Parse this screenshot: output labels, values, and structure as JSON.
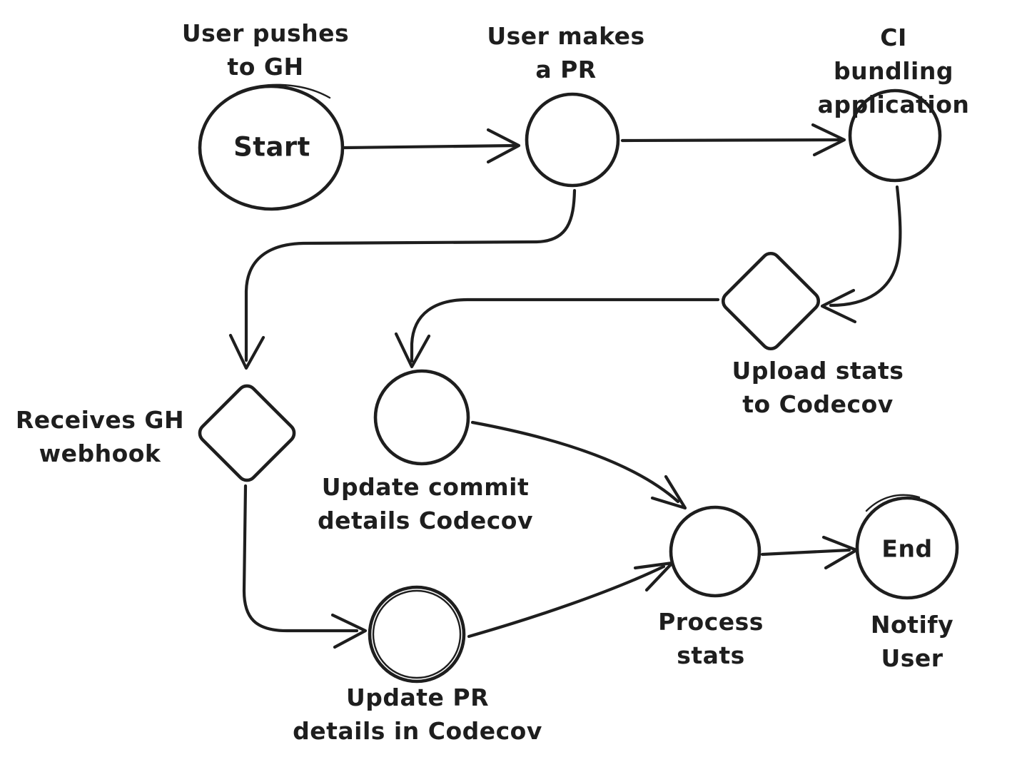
{
  "colors": {
    "ink": "#1e1e1e",
    "background": "#ffffff"
  },
  "diagram": {
    "type": "flowchart",
    "nodes": [
      {
        "id": "start",
        "shape": "ellipse",
        "inner_text": "Start",
        "label": "User pushes\nto GH"
      },
      {
        "id": "user-makes-pr",
        "shape": "circle",
        "inner_text": "",
        "label": "User makes\na PR"
      },
      {
        "id": "ci-bundling",
        "shape": "circle",
        "inner_text": "",
        "label": "CI bundling\napplication"
      },
      {
        "id": "upload-stats",
        "shape": "diamond",
        "inner_text": "",
        "label": "Upload stats\nto Codecov"
      },
      {
        "id": "receives-webhook",
        "shape": "diamond",
        "inner_text": "",
        "label": "Receives GH\nwebhook"
      },
      {
        "id": "update-commit",
        "shape": "circle",
        "inner_text": "",
        "label": "Update commit\ndetails Codecov"
      },
      {
        "id": "update-pr",
        "shape": "circle",
        "inner_text": "",
        "label": "Update PR\ndetails in Codecov"
      },
      {
        "id": "process-stats",
        "shape": "circle",
        "inner_text": "",
        "label": "Process\nstats"
      },
      {
        "id": "end",
        "shape": "circle",
        "inner_text": "End",
        "label": "Notify User"
      }
    ],
    "edges": [
      {
        "from": "start",
        "to": "user-makes-pr"
      },
      {
        "from": "user-makes-pr",
        "to": "ci-bundling"
      },
      {
        "from": "user-makes-pr",
        "to": "receives-webhook"
      },
      {
        "from": "ci-bundling",
        "to": "upload-stats"
      },
      {
        "from": "upload-stats",
        "to": "update-commit"
      },
      {
        "from": "receives-webhook",
        "to": "update-pr"
      },
      {
        "from": "update-commit",
        "to": "process-stats"
      },
      {
        "from": "update-pr",
        "to": "process-stats"
      },
      {
        "from": "process-stats",
        "to": "end"
      }
    ]
  }
}
